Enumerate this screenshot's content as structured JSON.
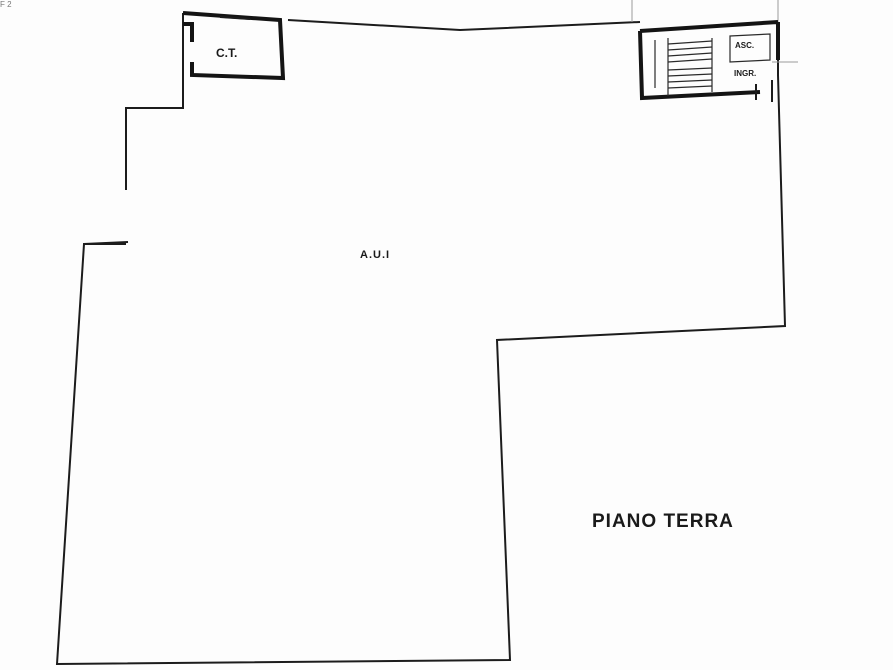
{
  "plan": {
    "labels": {
      "centrale_termica": "C.T.",
      "area": "A.U.I",
      "floor": "PIANO TERRA",
      "ascensore": "ASC.",
      "ingresso": "INGR.",
      "corner_mark": "F 2"
    },
    "colors": {
      "line": "#1c1c1c",
      "background": "#fdfdfd"
    }
  }
}
